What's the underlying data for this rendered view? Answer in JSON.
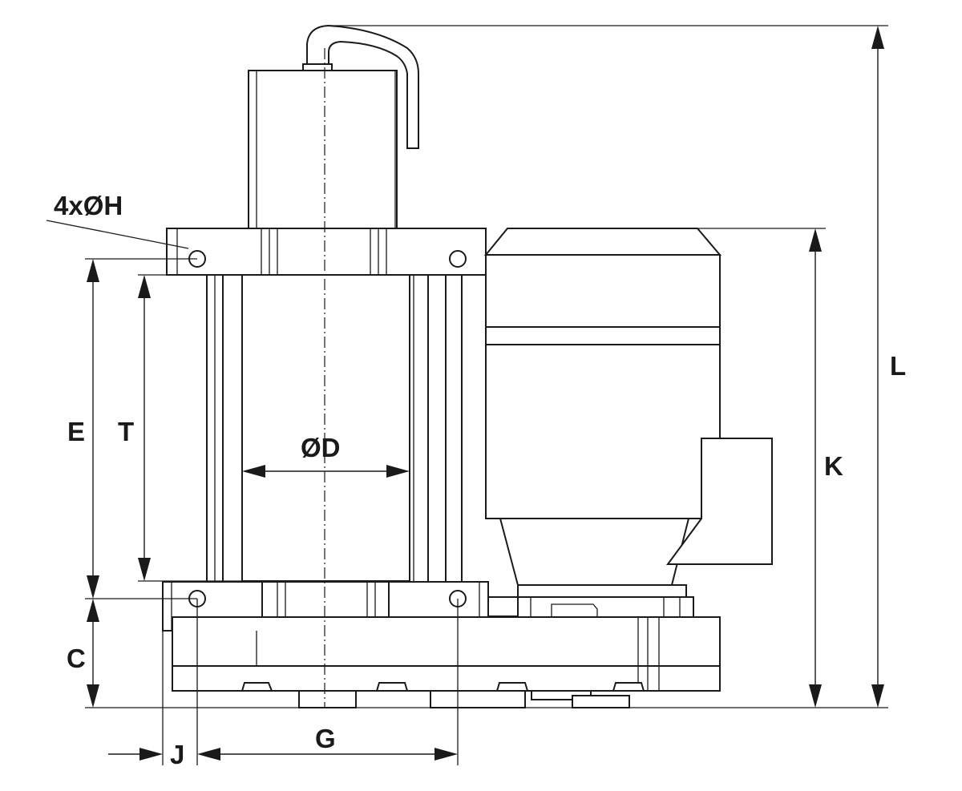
{
  "labels": {
    "holes": "4xØH",
    "diameter": "ØD",
    "E": "E",
    "T": "T",
    "C": "C",
    "J": "J",
    "G": "G",
    "K": "K",
    "L": "L"
  }
}
